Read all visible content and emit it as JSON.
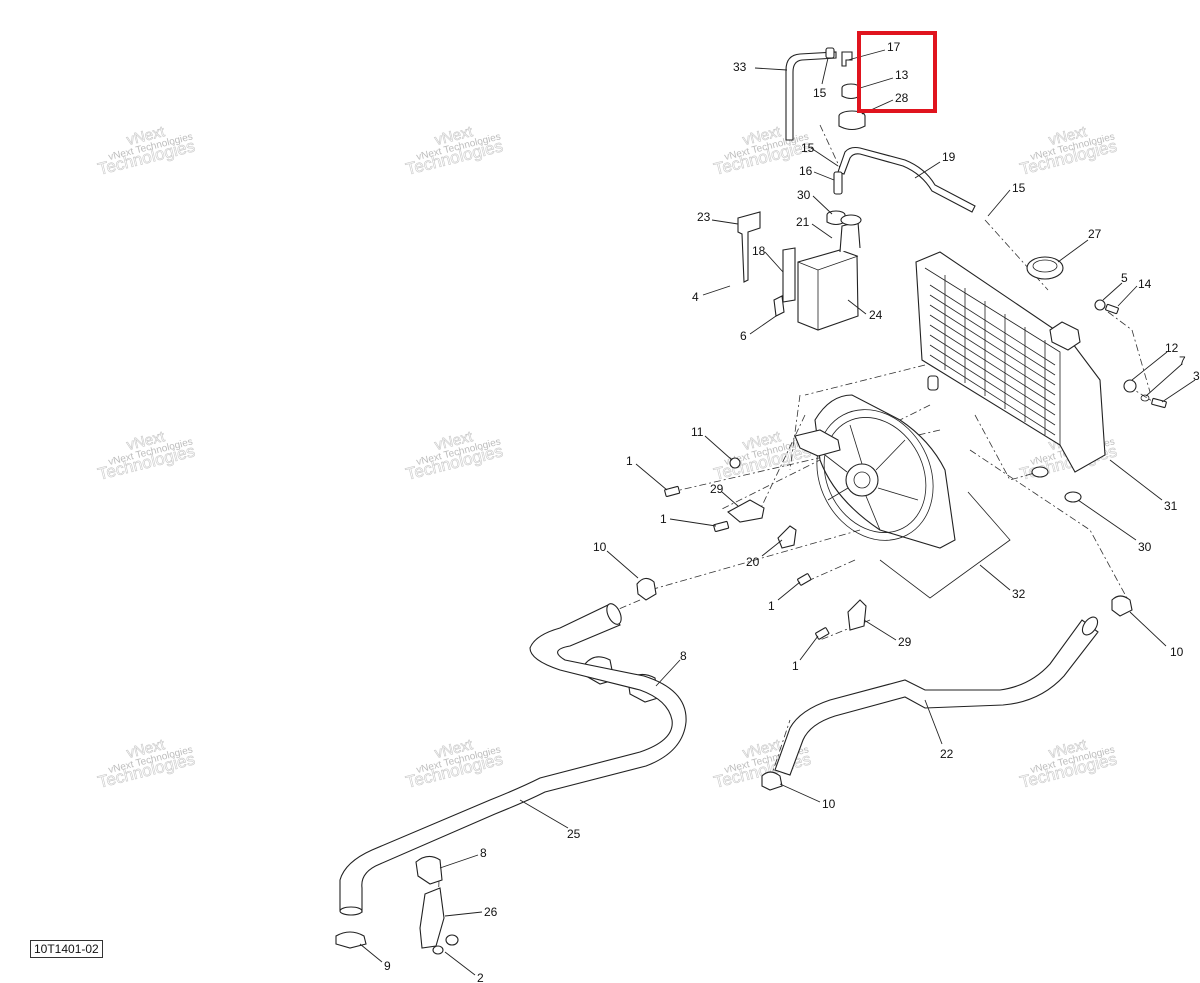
{
  "diagram": {
    "reference_code": "10T1401-02",
    "watermark": {
      "line1": "vNext",
      "line2": "Technologies",
      "line3": "vNext Technologies"
    },
    "callouts": {
      "c33": "33",
      "c15a": "15",
      "c17": "17",
      "c13": "13",
      "c28": "28",
      "c15b": "15",
      "c19": "19",
      "c16": "16",
      "c30a": "30",
      "c15c": "15",
      "c23": "23",
      "c21": "21",
      "c18": "18",
      "c27": "27",
      "c5": "5",
      "c14": "14",
      "c4": "4",
      "c24": "24",
      "c6": "6",
      "c12": "12",
      "c7": "7",
      "c3": "3",
      "c11": "11",
      "c1a": "1",
      "c29a": "29",
      "c1b": "1",
      "c31": "31",
      "c10a": "10",
      "c20": "20",
      "c30b": "30",
      "c1c": "1",
      "c32": "32",
      "c29b": "29",
      "c10b": "10",
      "c1d": "1",
      "c8a": "8",
      "c22": "22",
      "c10c": "10",
      "c25": "25",
      "c8b": "8",
      "c26": "26",
      "c9": "9",
      "c2": "2"
    },
    "highlight_color": "#e0141e"
  }
}
